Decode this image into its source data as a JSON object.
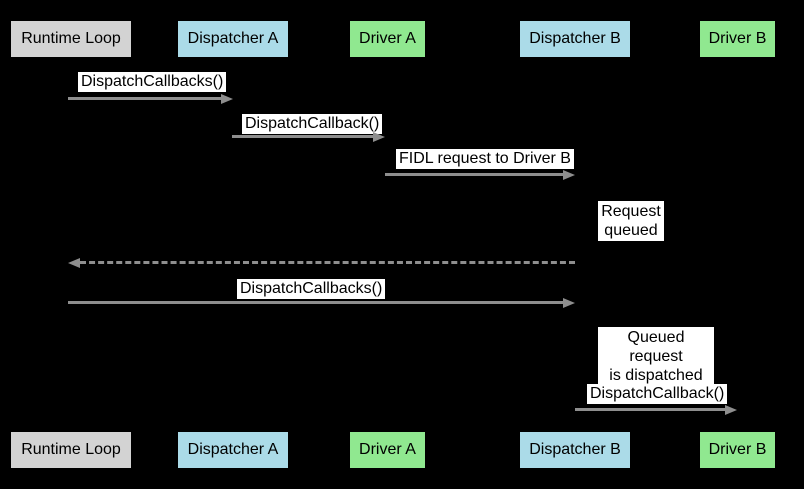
{
  "diagram": {
    "type": "sequence-diagram",
    "background_color": "#000000",
    "arrow_color": "#8e8e8e",
    "label_background": "#ffffff",
    "label_text_color": "#000000",
    "actors": [
      {
        "label": "Runtime Loop",
        "color": "#d3d3d3"
      },
      {
        "label": "Dispatcher A",
        "color": "#abdbe8"
      },
      {
        "label": "Driver A",
        "color": "#90e890"
      },
      {
        "label": "Dispatcher B",
        "color": "#abdbe8"
      },
      {
        "label": "Driver B",
        "color": "#90e890"
      }
    ],
    "messages": [
      {
        "label": "DispatchCallbacks()",
        "from": "Runtime Loop",
        "to": "Dispatcher A",
        "style": "solid"
      },
      {
        "label": "DispatchCallback()",
        "from": "Dispatcher A",
        "to": "Driver A",
        "style": "solid"
      },
      {
        "label": "FIDL request to Driver B",
        "from": "Driver A",
        "to": "Dispatcher B",
        "style": "solid"
      },
      {
        "label": "",
        "from": "Dispatcher B",
        "to": "Runtime Loop",
        "style": "dashed"
      },
      {
        "label": "DispatchCallbacks()",
        "from": "Runtime Loop",
        "to": "Dispatcher B",
        "style": "solid"
      },
      {
        "label": "DispatchCallback()",
        "from": "Dispatcher B",
        "to": "Driver B",
        "style": "solid"
      }
    ],
    "notes": [
      {
        "text": "Request\nqueued"
      },
      {
        "text": "Queued request\nis dispatched"
      }
    ]
  }
}
